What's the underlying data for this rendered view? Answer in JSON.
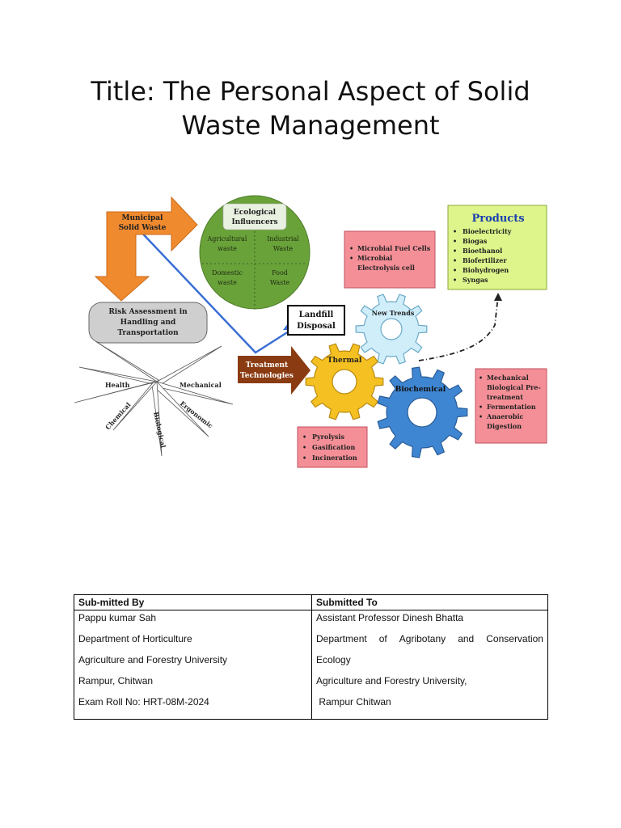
{
  "title": {
    "line1": "Title: The Personal Aspect of Solid",
    "line2": "Waste Management"
  },
  "diagram": {
    "municipal": [
      "Municipal",
      "Solid Waste"
    ],
    "ecological": [
      "Ecological",
      "Influencers"
    ],
    "eco_cells": {
      "agri": [
        "Agricultural",
        "waste"
      ],
      "industrial": [
        "Industrial",
        "Waste"
      ],
      "domestic": [
        "Domestic",
        "waste"
      ],
      "food": [
        "Food",
        "Waste"
      ]
    },
    "risk": [
      "Risk Assessment in",
      "Handling and",
      "Transportation"
    ],
    "risk_rays": {
      "health": "Health",
      "mechanical": "Mechanical",
      "chemical": "Chemical",
      "biological": "Biological",
      "ergonomic": "Ergonomic"
    },
    "landfill": [
      "Landfill",
      "Disposal"
    ],
    "treatment": [
      "Treatment",
      "Technologies"
    ],
    "microbial": [
      "Microbial Fuel Cells",
      "Microbial",
      "Electrolysis cell"
    ],
    "new_trends": "New Trends",
    "products_title": "Products",
    "products": [
      "Bioelectricity",
      "Biogas",
      "Bioethanol",
      "Biofertilizer",
      "Biohydrogen",
      "Syngas"
    ],
    "thermal": "Thermal",
    "thermal_list": [
      "Pyrolysis",
      "Gasification",
      "Incineration"
    ],
    "biochemical": "Biochemical",
    "biochem_list": [
      "Mechanical",
      "Biological Pre-",
      "treatment",
      "Fermentation",
      "Anaerobic",
      "Digestion"
    ],
    "colors": {
      "orange": "#f08a2e",
      "green": "#6aa23a",
      "pink": "#f48f97",
      "lime": "#ddf58a",
      "brown": "#8a3b12",
      "yellow": "#f5c021",
      "blue": "#3f86d2",
      "lightblue": "#cfeefa"
    }
  },
  "table": {
    "left_header": "Sub-mitted By",
    "right_header": "Submitted To",
    "left_lines": [
      "Pappu kumar Sah",
      "Department of Horticulture",
      "Agriculture and Forestry University",
      "Rampur, Chitwan",
      "Exam Roll No: HRT-08M-2024"
    ],
    "right_line1": "Assistant Professor Dinesh Bhatta",
    "right_line2_words": [
      "Department",
      "of",
      "Agribotany",
      "and",
      "Conservation"
    ],
    "right_line3": "Ecology",
    "right_line4": "Agriculture and Forestry University,",
    "right_line5": " Rampur Chitwan"
  }
}
